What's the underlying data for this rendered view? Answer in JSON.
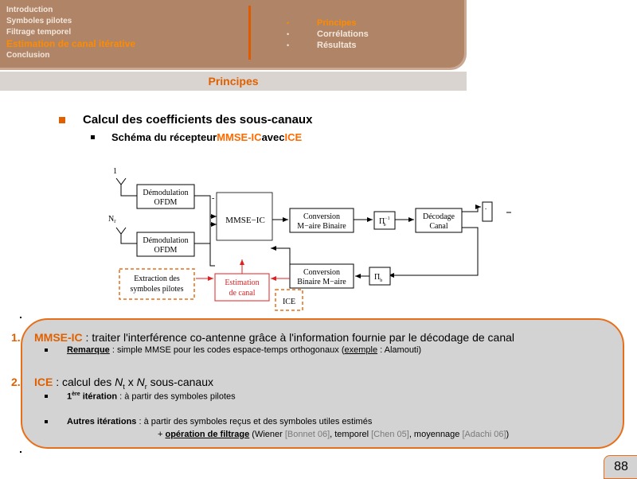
{
  "nav": {
    "sections": [
      "Introduction",
      "Symboles pilotes",
      "Filtrage temporel",
      "Estimation de canal itérative",
      "Conclusion"
    ],
    "current_section_index": 3,
    "subsections": [
      "Principes",
      "Corrélations",
      "Résultats"
    ],
    "current_subsection_index": 0,
    "bullet_glyph": "•"
  },
  "section_title": "Principes",
  "body": {
    "bullet1": "Calcul des coefficients des sous-canaux",
    "bullet2_pre": "Schéma du récepteur ",
    "bullet2_key1": "MMSE-IC",
    "bullet2_mid": " avec ",
    "bullet2_key2": "ICE"
  },
  "diagram": {
    "antenna1": "1",
    "antenna2": "N",
    "antenna2_sub": "r",
    "demod_line1": "Démodulation",
    "demod_line2": "OFDM",
    "mmse": "MMSE−IC",
    "conv1_line1": "Conversion",
    "conv1_line2": "M−aire Binaire",
    "pi_inv": "Π",
    "pi_inv_sup": "−1",
    "pi_inv_sub": "b",
    "decode_line1": "Décodage",
    "decode_line2": "Canal",
    "conv2_line1": "Conversion",
    "conv2_line2": "Binaire M−aire",
    "pi": "Π",
    "pi_sub": "b",
    "extract_line1": "Extraction des",
    "extract_line2": "symboles pilotes",
    "estim_line1": "Estimation",
    "estim_line2": "de canal",
    "ice": "ICE"
  },
  "panel": {
    "item1": {
      "number": "1.",
      "key": "MMSE-IC",
      "text": " : traiter l'interférence co-antenne grâce à l'information fournie par le décodage de canal",
      "remark_label": "Remarque",
      "remark_text": " : simple MMSE pour les codes espace-temps orthogonaux (",
      "example_label": "exemple",
      "example_text": " : Alamouti)"
    },
    "item2": {
      "number": "2.",
      "key": "ICE",
      "text_pre": " : calcul des ",
      "nt": "N",
      "nt_sub": "t",
      "times": " x ",
      "nr": "N",
      "nr_sub": "r",
      "text_post": " sous-canaux",
      "first_label": "1",
      "first_sup": "ère",
      "first_label2": " itération",
      "first_text": " : à partir des symboles pilotes",
      "other_label": "Autres itérations",
      "other_text": " : à partir des symboles reçus et des symboles utiles estimés",
      "filter_pre": "+ ",
      "filter_label": "opération de filtrage",
      "filter_text1": " (Wiener ",
      "ref1": "[Bonnet 06]",
      "filter_text2": ", temporel ",
      "ref2": "[Chen 05]",
      "filter_text3": ", moyennage ",
      "ref3": "[Adachi 06]",
      "filter_text4": ")"
    }
  },
  "page_number": "88",
  "colors": {
    "accent": "#e06000",
    "header_bg": "#b08567",
    "panel_bg": "#d3d3d3",
    "red": "#e02020"
  }
}
